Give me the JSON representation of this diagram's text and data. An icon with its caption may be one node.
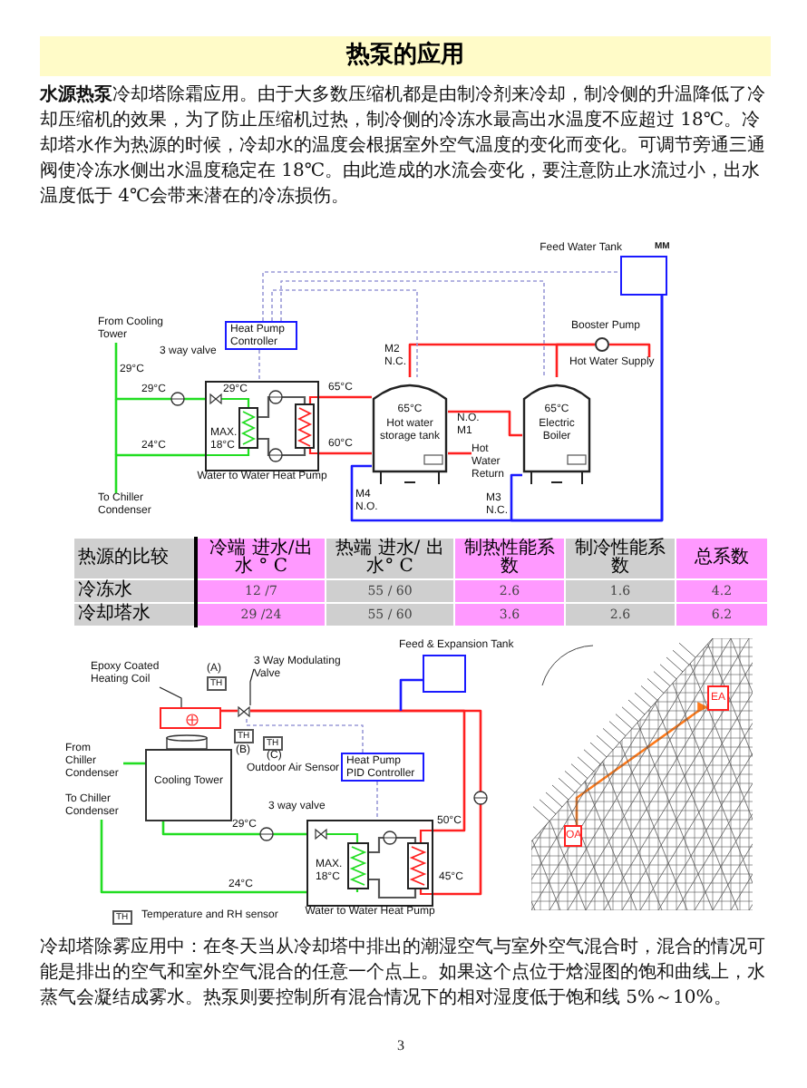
{
  "diagram": {
    "title": "热泵的应用",
    "nodes": [
      {
        "text": [
          "Feed Water Tank"
        ],
        "beside": [
          "MM"
        ]
      },
      {
        "text": [
          "Heat Pump Controller"
        ]
      },
      {
        "text": [
          "Booster Pump"
        ]
      },
      {
        "text": [
          "Water to Water Heat Pump"
        ]
      },
      {
        "text": [
          "65°C",
          "Hot water storage tank"
        ]
      },
      {
        "text": [
          "65°C",
          "Electric Boiler"
        ]
      },
      {
        "text": [
          "Feed & Expansion Tank"
        ]
      },
      {
        "text": [
          "Epoxy Coated Heating Coil"
        ]
      },
      {
        "text": [
          "3 Way Modulating Valve"
        ]
      },
      {
        "text": [],
        "shape": "box"
      },
      {
        "text": [],
        "shape": "valve"
      },
      {
        "text": [
          "Cooling Tower"
        ]
      },
      {
        "text": [
          "Heat Pump PID Controller"
        ]
      },
      {
        "text": [
          "Water to Water Heat Pump"
        ]
      },
      {
        "text": [],
        "shape": "picture"
      },
      {
        "text": [
          "OA"
        ],
        "in": 14
      },
      {
        "text": [
          "EA"
        ],
        "in": 14
      },
      {
        "text": [
          "From Cooling Tower"
        ]
      },
      {
        "text": [
          "To Chiller Condenser"
        ]
      },
      {
        "text": [
          "Hot Water Supply"
        ]
      },
      {
        "text": [
          "Hot Water Return"
        ]
      },
      {
        "text": [
          "From Chiller Condenser"
        ]
      },
      {
        "text": [
          "To Chiller Condenser"
        ]
      }
    ],
    "edges": [
      {
        "from": 17,
        "to": 3,
        "arrow": "none",
        "color": "#22dd22"
      },
      {
        "from": 3,
        "to": 18,
        "arrow": "none",
        "color": "#22dd22"
      },
      {
        "from": 3,
        "to": 4,
        "arrow": "none",
        "color": "#ff2020"
      },
      {
        "from": 4,
        "to": 3,
        "arrow": "none",
        "color": "#ff2020"
      },
      {
        "from": 4,
        "to": 2,
        "arrow": "none",
        "color": "#ff2020"
      },
      {
        "from": 5,
        "to": 2,
        "arrow": "none",
        "color": "#ff2020"
      },
      {
        "from": 2,
        "to": 19,
        "arrow": "none",
        "color": "#ff2020"
      },
      {
        "from": 4,
        "to": 5,
        "arrow": "none",
        "color": "#ff2020"
      },
      {
        "from": 20,
        "to": 4,
        "arrow": "none",
        "color": "#ff2020"
      },
      {
        "from": 0,
        "to": 4,
        "arrow": "none",
        "color": "#1a1aff"
      },
      {
        "from": 0,
        "to": 5,
        "arrow": "none",
        "color": "#1a1aff"
      },
      {
        "from": 1,
        "to": 3,
        "arrow": "none",
        "style": "dashed",
        "color": "#9a9ad8"
      },
      {
        "from": 1,
        "to": 4,
        "arrow": "none",
        "style": "dashed",
        "color": "#9a9ad8"
      },
      {
        "from": 1,
        "to": 5,
        "arrow": "none",
        "style": "dashed",
        "color": "#9a9ad8"
      },
      {
        "from": 1,
        "to": 0,
        "arrow": "none",
        "style": "dashed",
        "color": "#9a9ad8"
      },
      {
        "from": 7,
        "to": 9,
        "arrow": "none",
        "color": "#222222"
      },
      {
        "from": 8,
        "to": 10,
        "arrow": "none",
        "color": "#222222"
      },
      {
        "from": 9,
        "to": 10,
        "arrow": "none",
        "color": "#ff2020"
      },
      {
        "from": 10,
        "to": 13,
        "arrow": "none",
        "color": "#ff2020"
      },
      {
        "from": 13,
        "to": 10,
        "arrow": "none",
        "color": "#ff2020"
      },
      {
        "from": 6,
        "to": null,
        "arrow": "none",
        "color": "#1a1aff"
      },
      {
        "from": 21,
        "to": 11,
        "arrow": "none",
        "color": "#22dd22"
      },
      {
        "from": 11,
        "to": 13,
        "arrow": "none",
        "color": "#22dd22"
      },
      {
        "from": 13,
        "to": 22,
        "arrow": "none",
        "color": "#22dd22"
      },
      {
        "from": 12,
        "to": 13,
        "arrow": "none",
        "style": "dashed",
        "color": "#9a9ad8"
      },
      {
        "from": 12,
        "to": 10,
        "arrow": "none",
        "style": "dashed",
        "color": "#9a9ad8"
      },
      {
        "from": 15,
        "to": 16,
        "arrow": "to",
        "color": "#ff7a1a"
      }
    ],
    "labels": [
      "**水源热泵**冷却塔除霜应用。由于大多数压缩机都是由制冷剂来冷却，制冷侧的升温降低了冷却压缩机的效果，为了防止压缩机过热，制冷侧的冷冻水最高出水温度不应超过 18℃。冷却塔水作为热源的时候，冷却水的温度会根据室外空气温度的变化而变化。可调节旁通三通阀使冷冻水侧出水温度稳定在 18℃。由此造成的水流会变化，要注意防止水流过小，出水温度低于 4℃会带来潜在的冷冻损伤。",
      "3 way valve",
      "29°C",
      "29°C",
      "29°C",
      "24°C",
      "MAX. 18°C",
      "65°C",
      "60°C",
      "M2 N.C.",
      "N.O. M1",
      "M4 N.O.",
      "M3 N.C.",
      "热源的比较",
      "冷端 进水/出水 ° C",
      "热端 进水/ 出水° C",
      "制热性能系数",
      "制冷性能系数",
      "总系数",
      "冷冻水",
      "12 /7",
      "55 / 60",
      "2.6",
      "1.6",
      "4.2",
      "冷却塔水",
      "29 /24",
      "55 / 60",
      "3.6",
      "2.6",
      "6.2",
      "(A)",
      "TH",
      "TH",
      "(B)",
      "TH",
      "(C)",
      "Outdoor Air Sensor",
      "3 way valve",
      "29°C",
      "50°C",
      "MAX. 18°C",
      "24°C",
      "45°C",
      "TH",
      "Temperature and RH sensor",
      "冷却塔除雾应用中：在冬天当从冷却塔中排出的潮湿空气与室外空气混合时，混合的情况可能是排出的空气和室外空气混合的任意一个点上。如果这个点位于焓湿图的饱和曲线上，水蒸气会凝结成雾水。热泵则要控制所有混合情况下的相对湿度低于饱和线 5%～10%。",
      "3"
    ]
  }
}
